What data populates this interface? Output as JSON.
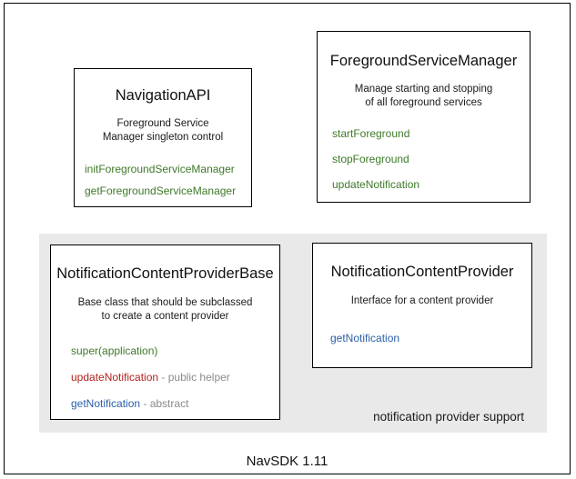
{
  "diagram": {
    "footer_caption": "NavSDK 1.11",
    "group_panel": {
      "label": "notification provider support"
    },
    "colors": {
      "panel_background": "#e9e9e9",
      "box_background": "#ffffff",
      "box_border": "#000000",
      "method_green": "#3d7a28",
      "method_red": "#b3221f",
      "method_blue": "#2b5fa8",
      "annotation_gray": "#8a8a8a"
    },
    "boxes": [
      {
        "id": "navigation-api",
        "title": "NavigationAPI",
        "description": "Foreground Service\nManager singleton control",
        "members": [
          {
            "name": "initForegroundServiceManager",
            "color": "green",
            "note": ""
          },
          {
            "name": "getForegroundServiceManager",
            "color": "green",
            "note": ""
          }
        ]
      },
      {
        "id": "foreground-service-manager",
        "title": "ForegroundServiceManager",
        "description": "Manage starting and stopping\nof all foreground services",
        "members": [
          {
            "name": "startForeground",
            "color": "green",
            "note": ""
          },
          {
            "name": "stopForeground",
            "color": "green",
            "note": ""
          },
          {
            "name": "updateNotification",
            "color": "green",
            "note": ""
          }
        ]
      },
      {
        "id": "notification-content-provider-base",
        "title": "NotificationContentProviderBase",
        "description": "Base class that should be subclassed\nto create a content provider",
        "members": [
          {
            "name": "super(application)",
            "color": "green",
            "note": ""
          },
          {
            "name": "updateNotification",
            "color": "red",
            "note": " - public helper"
          },
          {
            "name": "getNotification",
            "color": "blue",
            "note": " - abstract"
          }
        ]
      },
      {
        "id": "notification-content-provider",
        "title": "NotificationContentProvider",
        "description": "Interface for a content provider",
        "members": [
          {
            "name": "getNotification",
            "color": "blue",
            "note": ""
          }
        ]
      }
    ]
  }
}
